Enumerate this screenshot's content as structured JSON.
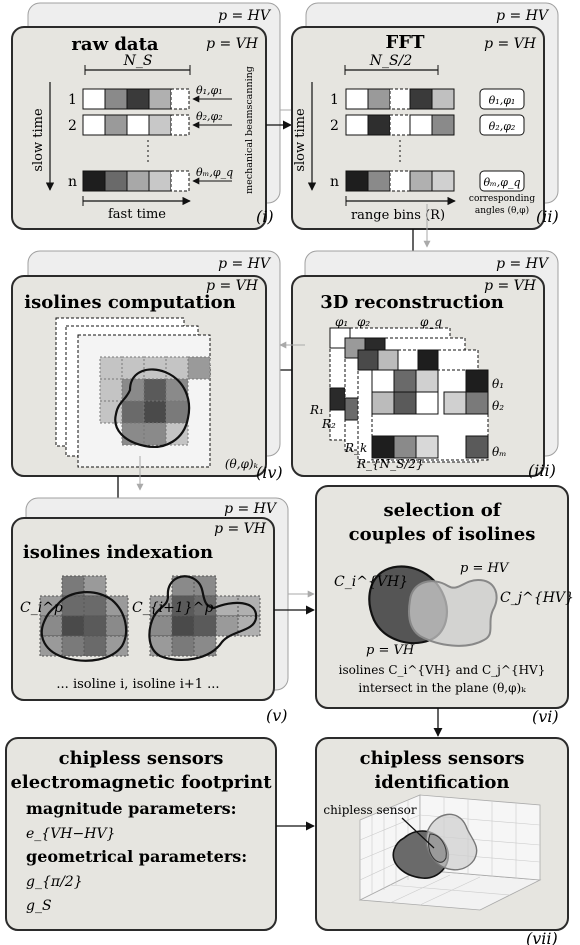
{
  "colors": {
    "panel_fill": "#e6e5e0",
    "panel_stroke": "#2b2b2b",
    "back_fill": "#eeeeee",
    "back_stroke": "#9a9a9a",
    "cell_dark": "#2a2a2a",
    "cell_mid": "#7a7a7a",
    "cell_light": "#b8b8b8",
    "cell_white": "#ffffff"
  },
  "panels": {
    "raw": {
      "title": "raw data",
      "pol_front": "p = VH",
      "pol_back": "p = HV",
      "ns": "N_S",
      "rows": [
        "1",
        "2",
        "n"
      ],
      "angles": [
        "θ₁,φ₁",
        "θ₂,φ₂",
        "θₘ,φ_q"
      ],
      "slow_time": "slow time",
      "fast_time": "fast time",
      "beam": "mechanical beamscanning",
      "index": "(i)"
    },
    "fft": {
      "title": "FFT",
      "pol_front": "p = VH",
      "pol_back": "p = HV",
      "ns": "N_S/2",
      "rows": [
        "1",
        "2",
        "n"
      ],
      "angles": [
        "θ₁,φ₁",
        "θ₂,φ₂",
        "θₘ,φ_q"
      ],
      "slow_time": "slow time",
      "range_bins": "range bins (R)",
      "corr_1": "corresponding",
      "corr_2": "angles (θ,φ)",
      "index": "(ii)"
    },
    "recon": {
      "title": "3D reconstruction",
      "pol_front": "p = VH",
      "pol_back": "p = HV",
      "phi": [
        "φ₁",
        "φ₂",
        "φ_q"
      ],
      "theta": [
        "θ₁",
        "θ₂",
        "θₘ"
      ],
      "ranges": [
        "R₁",
        "R₂",
        "R_k",
        "R_{N_S/2}"
      ],
      "index": "(iii)"
    },
    "iso": {
      "title": "isolines computation",
      "pol_front": "p = VH",
      "pol_back": "p = HV",
      "label": "(θ,φ)ₖ",
      "index": "(iv)"
    },
    "idx": {
      "title": "isolines indexation",
      "pol_front": "p = VH",
      "pol_back": "p = HV",
      "c1": "C_i^p",
      "c2": "C_{i+1}^p",
      "caption": "... isoline i, isoline i+1 ...",
      "index": "(v)"
    },
    "sel": {
      "title1": "selection of",
      "title2": "couples of isolines",
      "c_vh": "C_i^{VH}",
      "c_hv": "C_j^{HV}",
      "p_hv": "p = HV",
      "p_vh": "p = VH",
      "cap1": "isolines C_i^{VH} and C_j^{HV}",
      "cap2": "intersect in the plane (θ,φ)ₖ",
      "index": "(vi)"
    },
    "foot": {
      "title1": "chipless sensors",
      "title2": "electromagnetic footprint",
      "mag": "magnitude parameters:",
      "e": "e_{VH−HV}",
      "geo": "geometrical parameters:",
      "g1": "g_{π/2}",
      "g2": "g_S"
    },
    "ident": {
      "title1": "chipless sensors",
      "title2": "identification",
      "sensor": "chipless sensor",
      "index": "(vii)"
    }
  }
}
